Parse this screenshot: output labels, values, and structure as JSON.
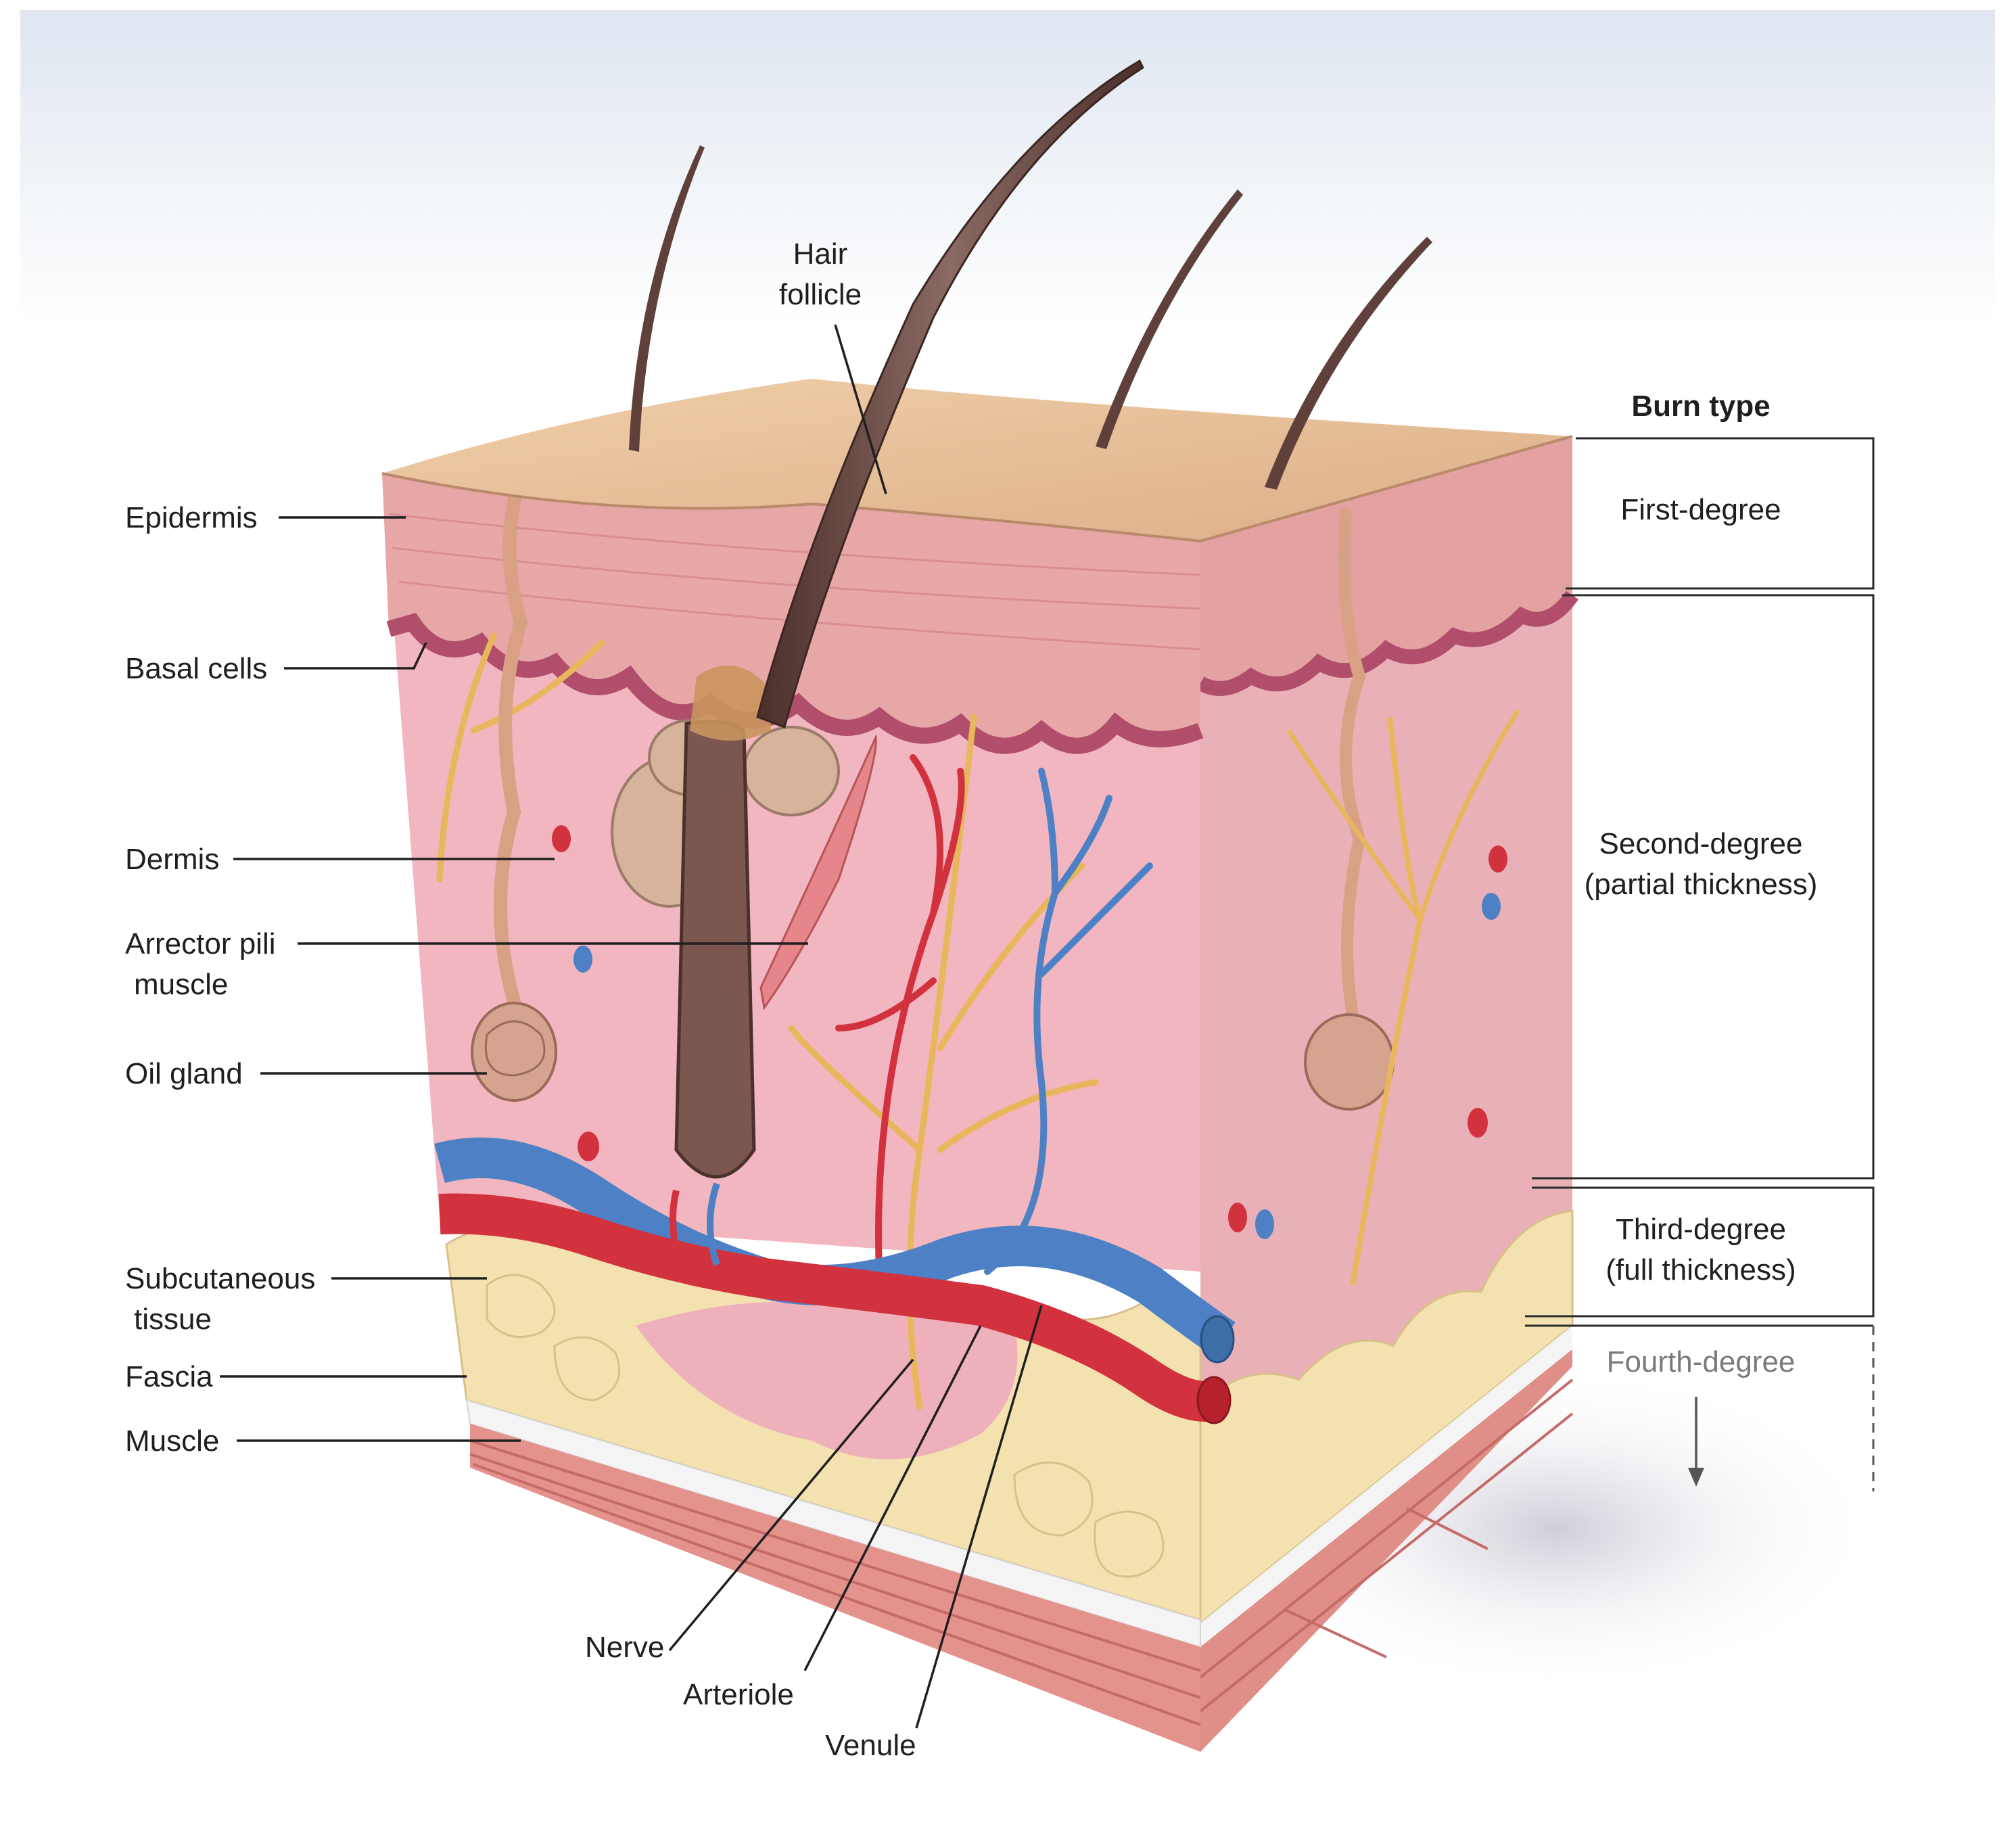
{
  "anatomy_labels": {
    "hair_follicle": [
      "Hair",
      "follicle"
    ],
    "epidermis": "Epidermis",
    "basal_cells": "Basal cells",
    "dermis": "Dermis",
    "arrector_pili": [
      "Arrector pili",
      "muscle"
    ],
    "oil_gland": "Oil gland",
    "subcutaneous": [
      "Subcutaneous",
      "tissue"
    ],
    "fascia": "Fascia",
    "muscle": "Muscle",
    "nerve": "Nerve",
    "arteriole": "Arteriole",
    "venule": "Venule"
  },
  "burn_panel": {
    "title": "Burn type",
    "first": "First-degree",
    "second": [
      "Second-degree",
      "(partial thickness)"
    ],
    "third": [
      "Third-degree",
      "(full thickness)"
    ],
    "fourth": "Fourth-degree"
  },
  "colors": {
    "epidermis_top": "#e6c09b",
    "epidermis_front": "#e7a7a6",
    "basal_layer": "#b04e6b",
    "dermis": "#f2b6c0",
    "subcutaneous_fat": "#f3e2b0",
    "fascia": "#f4f4f4",
    "muscle": "#e4938c",
    "artery": "#d2323e",
    "vein": "#4d80c4",
    "nerve": "#e8b65b",
    "hair": "#6d4b45"
  }
}
